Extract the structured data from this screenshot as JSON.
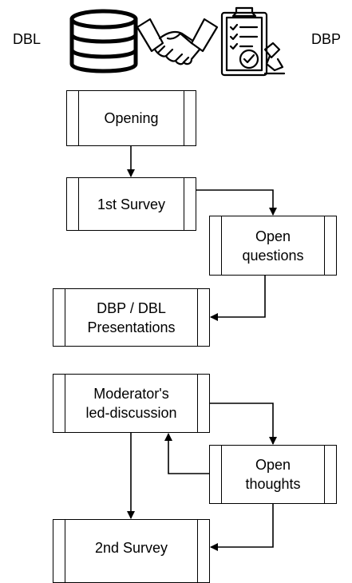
{
  "header": {
    "left_label": "DBL",
    "right_label": "DBP",
    "icons": [
      "database-icon",
      "handshake-icon",
      "clipboard-checklist-icon"
    ]
  },
  "steps": {
    "opening": {
      "lines": [
        "Opening"
      ]
    },
    "survey1": {
      "lines": [
        "1st Survey"
      ]
    },
    "open_questions": {
      "lines": [
        "Open",
        "questions"
      ]
    },
    "presentations": {
      "lines": [
        "DBP / DBL",
        "Presentations"
      ]
    },
    "moderator": {
      "lines": [
        "Moderator's",
        "led-discussion"
      ]
    },
    "open_thoughts": {
      "lines": [
        "Open",
        "thoughts"
      ]
    },
    "survey2": {
      "lines": [
        "2nd Survey"
      ]
    }
  },
  "colors": {
    "stroke": "#000000",
    "background": "#ffffff"
  }
}
